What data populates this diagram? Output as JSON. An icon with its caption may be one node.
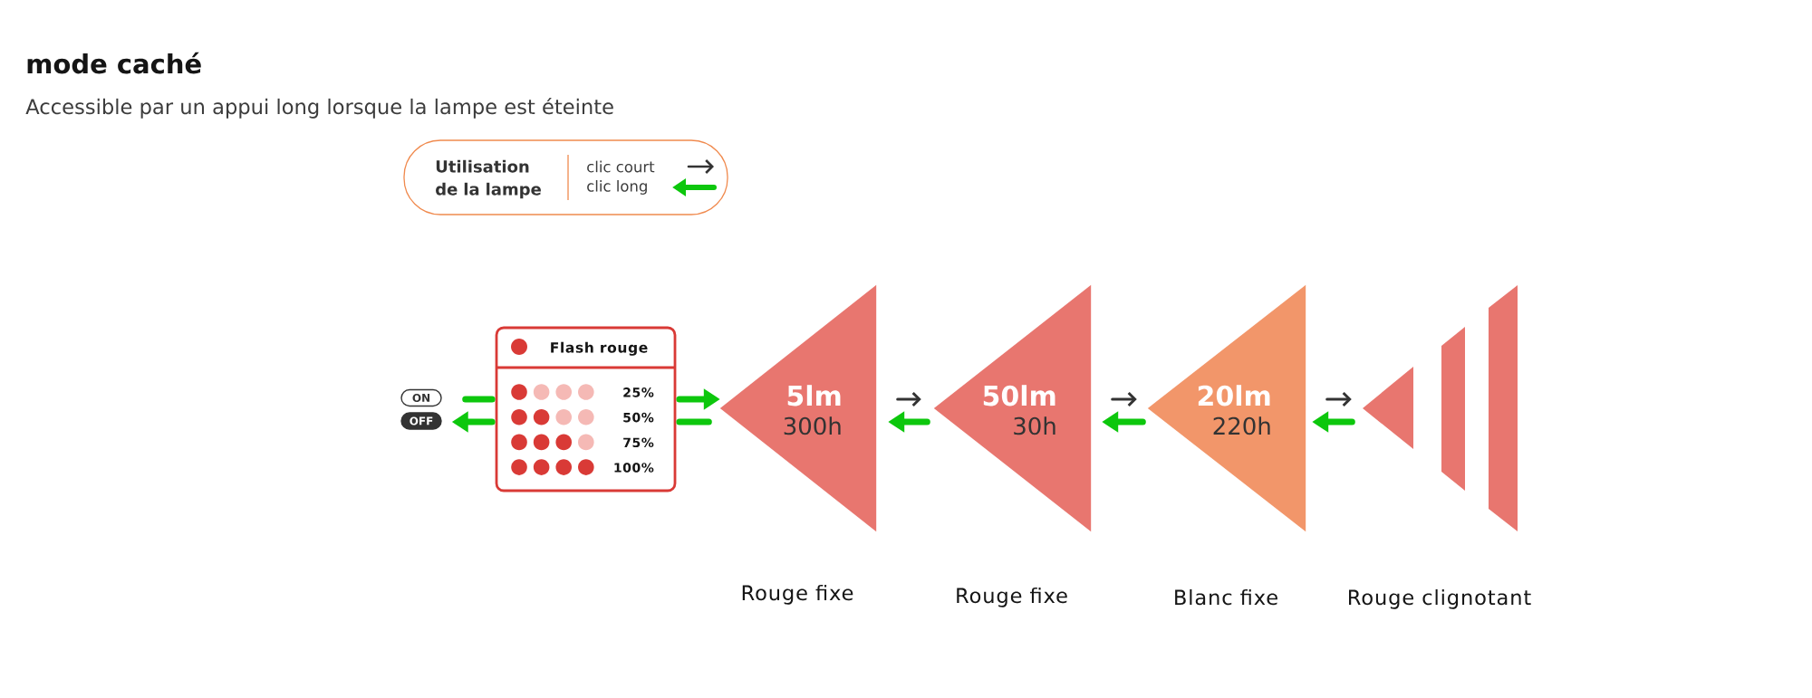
{
  "diagram": {
    "title": "mode caché",
    "nodes": [
      {
        "text": [
          "ON"
        ]
      },
      {
        "text": [
          "OFF"
        ]
      },
      {
        "text": [
          "Flash rouge",
          "25%",
          "50%",
          "75%",
          "100%"
        ]
      },
      {
        "text": [
          "5lm",
          "300h"
        ],
        "beside": [
          "Rouge fixe"
        ]
      },
      {
        "text": [
          "50lm",
          "30h"
        ],
        "beside": [
          "Rouge fixe"
        ]
      },
      {
        "text": [
          "20lm",
          "220h"
        ],
        "beside": [
          "Blanc fixe"
        ]
      },
      {
        "text": [],
        "shape": "picture",
        "beside": [
          "Rouge clignotant"
        ]
      }
    ],
    "edges": [
      {
        "from": 0,
        "to": 2,
        "arrow": "none"
      },
      {
        "from": 2,
        "to": 1,
        "arrow": "to"
      },
      {
        "from": 2,
        "to": 3,
        "arrow": "to"
      },
      {
        "from": 3,
        "to": 2,
        "arrow": "none"
      },
      {
        "from": 3,
        "to": 4,
        "arrow": "to",
        "color": "#333333"
      },
      {
        "from": 4,
        "to": 3,
        "arrow": "to"
      },
      {
        "from": 4,
        "to": 5,
        "arrow": "to",
        "color": "#333333"
      },
      {
        "from": 5,
        "to": 4,
        "arrow": "to"
      },
      {
        "from": 5,
        "to": 6,
        "arrow": "to",
        "color": "#333333"
      },
      {
        "from": 6,
        "to": 5,
        "arrow": "to"
      }
    ],
    "labels": [
      "Accessible par un appui long lorsque la lampe est éteinte",
      "Utilisation de la lampe"
    ],
    "legend": [
      {
        "text": "clic court"
      },
      {
        "text": "clic long"
      }
    ]
  }
}
